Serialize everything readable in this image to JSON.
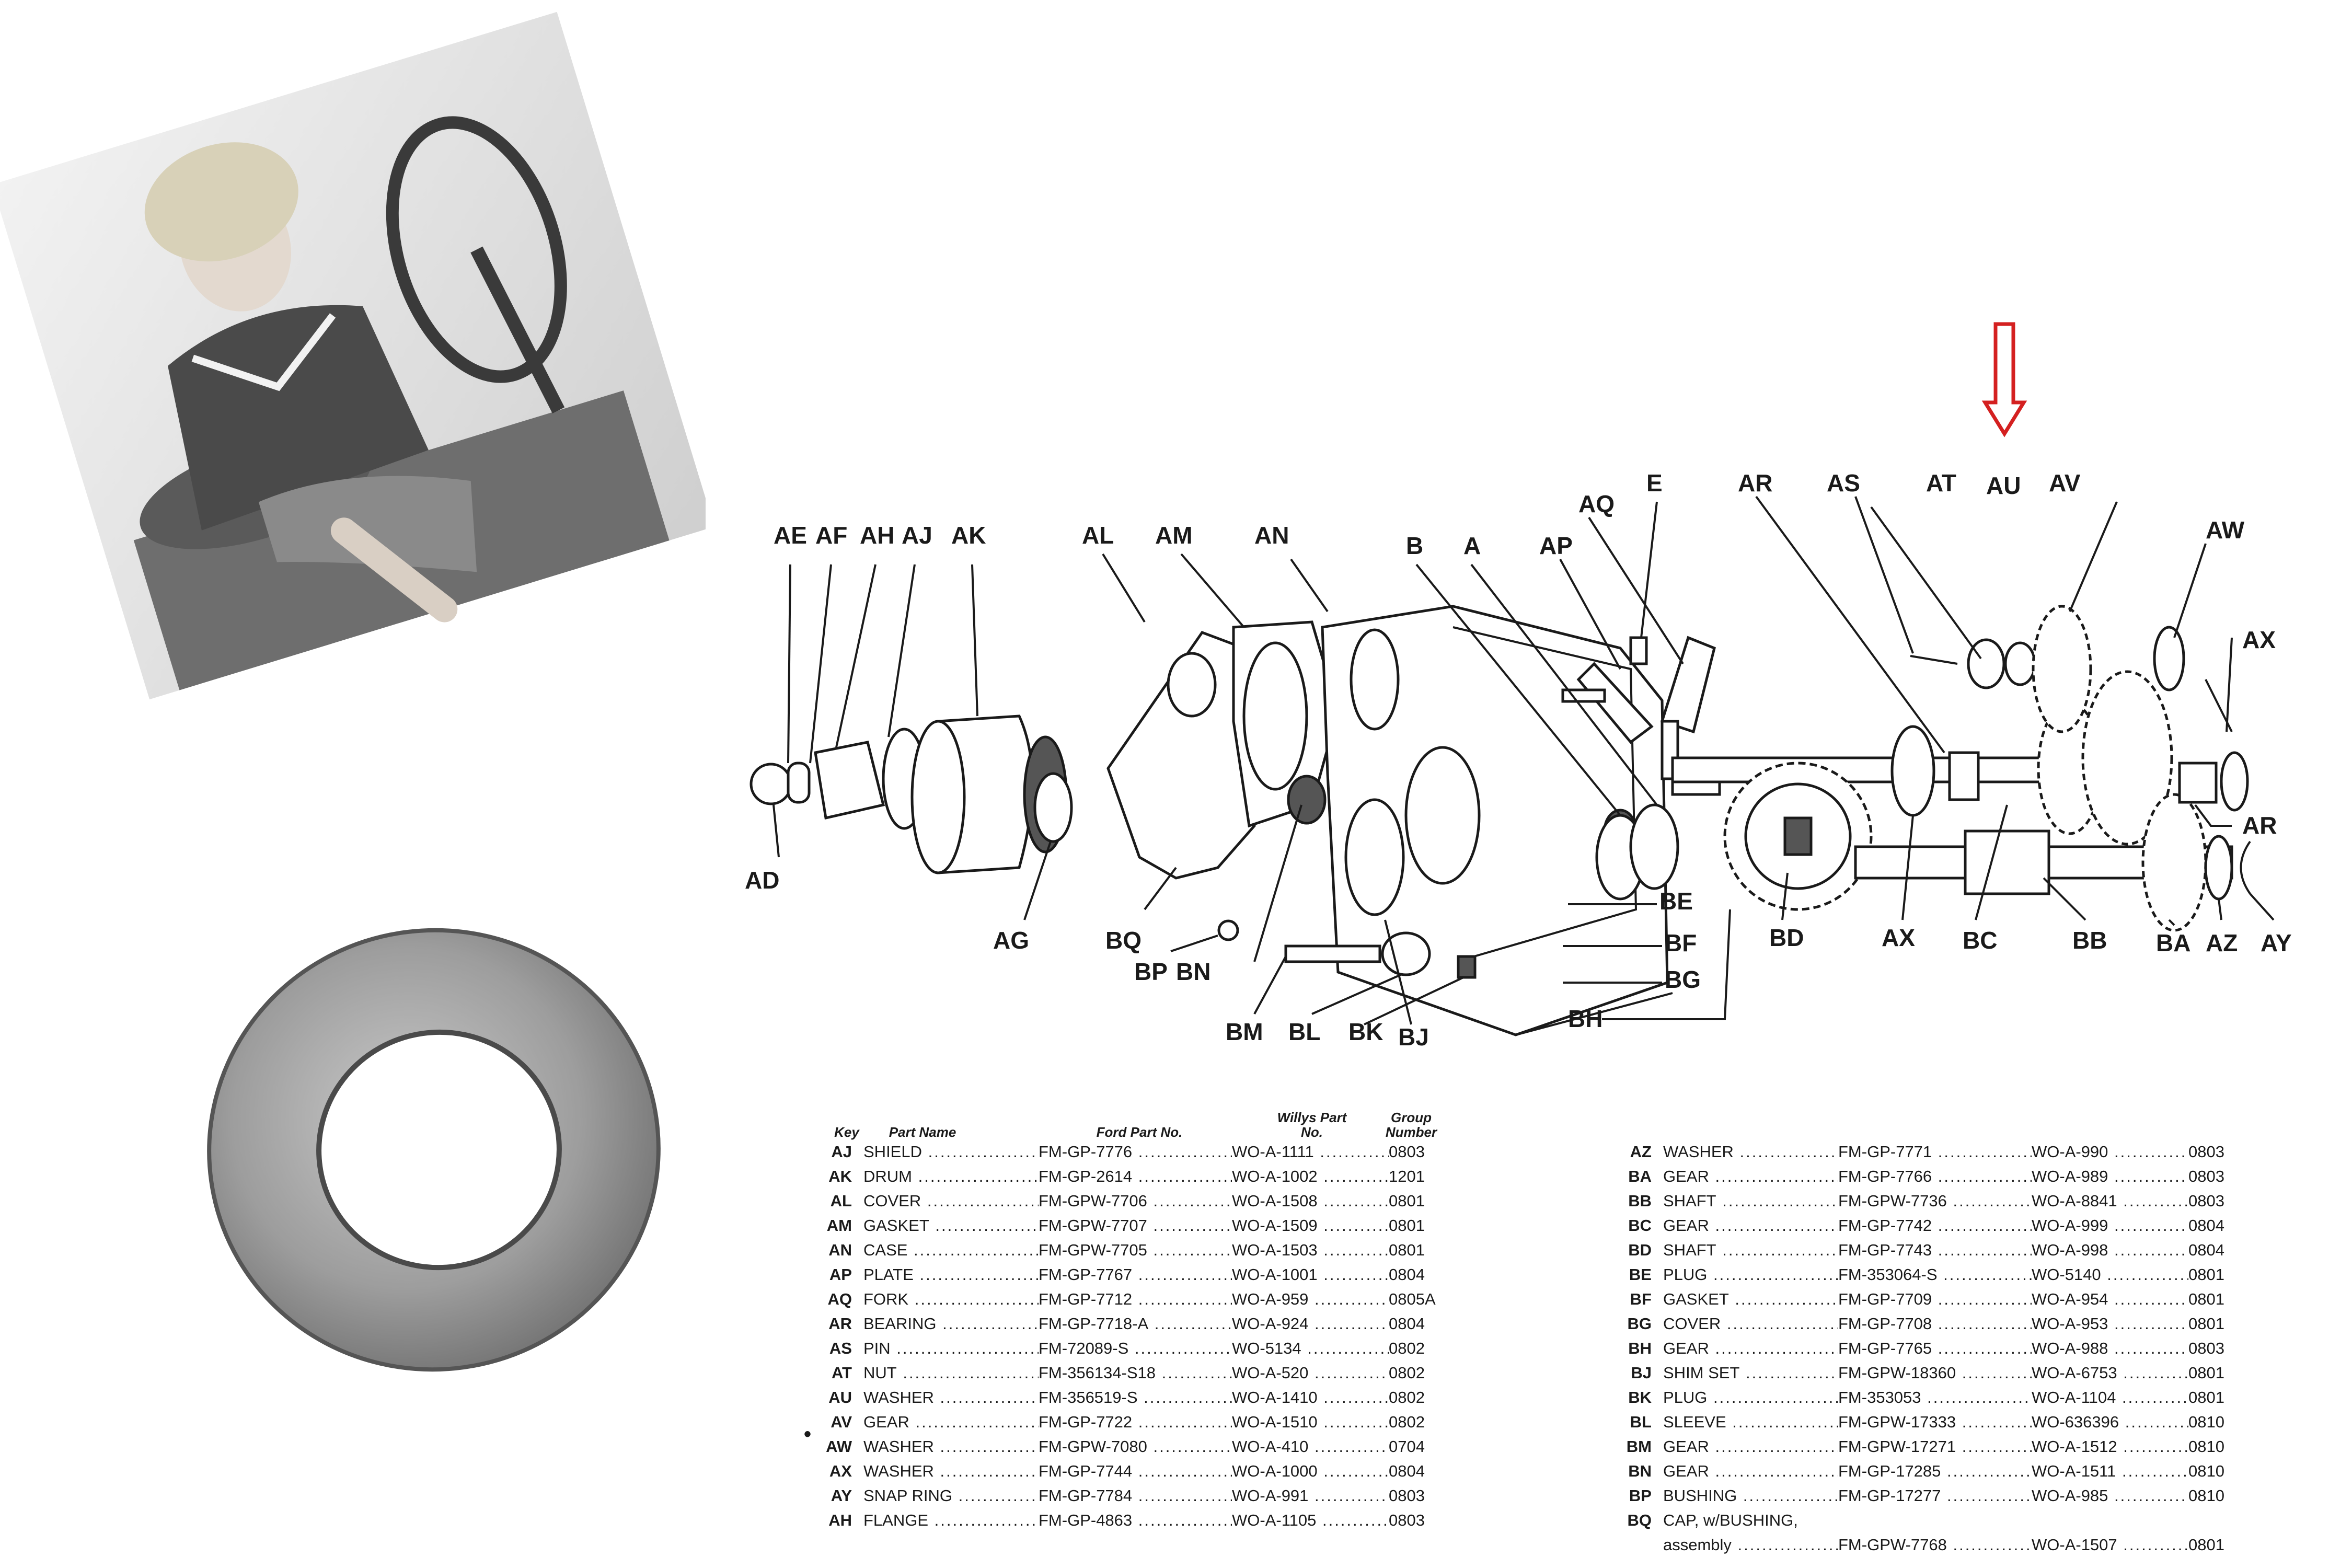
{
  "diagram": {
    "callouts": {
      "AE": "AE",
      "AF": "AF",
      "AH": "AH",
      "AJ": "AJ",
      "AK": "AK",
      "AL": "AL",
      "AM": "AM",
      "AN": "AN",
      "B": "B",
      "A": "A",
      "AQ": "AQ",
      "AP": "AP",
      "E": "E",
      "AR": "AR",
      "AS": "AS",
      "AT": "AT",
      "AU": "AU",
      "AV": "AV",
      "AW": "AW",
      "AX": "AX",
      "AR2": "AR",
      "AD": "AD",
      "AG": "AG",
      "BQ": "BQ",
      "BP": "BP",
      "BN": "BN",
      "BM": "BM",
      "BL": "BL",
      "BK": "BK",
      "BJ": "BJ",
      "BE": "BE",
      "BF": "BF",
      "BG": "BG",
      "BH": "BH",
      "BD": "BD",
      "AX2": "AX",
      "BC": "BC",
      "BB": "BB",
      "BA": "BA",
      "AZ": "AZ",
      "AY": "AY"
    },
    "highlight_color": "#d42020"
  },
  "table_left": {
    "headers": {
      "key": "Key",
      "part_name": "Part Name",
      "ford": "Ford Part No.",
      "willys": "Willys Part No.",
      "group": "Group Number"
    },
    "rows": [
      {
        "key": "AJ",
        "name": "SHIELD",
        "ford": "FM-GP-7776",
        "willys": "WO-A-1111",
        "group": "0803"
      },
      {
        "key": "AK",
        "name": "DRUM",
        "ford": "FM-GP-2614",
        "willys": "WO-A-1002",
        "group": "1201"
      },
      {
        "key": "AL",
        "name": "COVER",
        "ford": "FM-GPW-7706",
        "willys": "WO-A-1508",
        "group": "0801"
      },
      {
        "key": "AM",
        "name": "GASKET",
        "ford": "FM-GPW-7707",
        "willys": "WO-A-1509",
        "group": "0801"
      },
      {
        "key": "AN",
        "name": "CASE",
        "ford": "FM-GPW-7705",
        "willys": "WO-A-1503",
        "group": "0801"
      },
      {
        "key": "AP",
        "name": "PLATE",
        "ford": "FM-GP-7767",
        "willys": "WO-A-1001",
        "group": "0804"
      },
      {
        "key": "AQ",
        "name": "FORK",
        "ford": "FM-GP-7712",
        "willys": "WO-A-959",
        "group": "0805A"
      },
      {
        "key": "AR",
        "name": "BEARING",
        "ford": "FM-GP-7718-A",
        "willys": "WO-A-924",
        "group": "0804"
      },
      {
        "key": "AS",
        "name": "PIN",
        "ford": "FM-72089-S",
        "willys": "WO-5134",
        "group": "0802"
      },
      {
        "key": "AT",
        "name": "NUT",
        "ford": "FM-356134-S18",
        "willys": "WO-A-520",
        "group": "0802"
      },
      {
        "key": "AU",
        "name": "WASHER",
        "ford": "FM-356519-S",
        "willys": "WO-A-1410",
        "group": "0802"
      },
      {
        "key": "AV",
        "name": "GEAR",
        "ford": "FM-GP-7722",
        "willys": "WO-A-1510",
        "group": "0802"
      },
      {
        "key": "AW",
        "name": "WASHER",
        "ford": "FM-GPW-7080",
        "willys": "WO-A-410",
        "group": "0704"
      },
      {
        "key": "AX",
        "name": "WASHER",
        "ford": "FM-GP-7744",
        "willys": "WO-A-1000",
        "group": "0804"
      },
      {
        "key": "AY",
        "name": "SNAP RING",
        "ford": "FM-GP-7784",
        "willys": "WO-A-991",
        "group": "0803"
      },
      {
        "key": "AH",
        "name": "FLANGE",
        "ford": "FM-GP-4863",
        "willys": "WO-A-1105",
        "group": "0803"
      }
    ]
  },
  "table_right": {
    "rows": [
      {
        "key": "AZ",
        "name": "WASHER",
        "ford": "FM-GP-7771",
        "willys": "WO-A-990",
        "group": "0803"
      },
      {
        "key": "BA",
        "name": "GEAR",
        "ford": "FM-GP-7766",
        "willys": "WO-A-989",
        "group": "0803"
      },
      {
        "key": "BB",
        "name": "SHAFT",
        "ford": "FM-GPW-7736",
        "willys": "WO-A-8841",
        "group": "0803"
      },
      {
        "key": "BC",
        "name": "GEAR",
        "ford": "FM-GP-7742",
        "willys": "WO-A-999",
        "group": "0804"
      },
      {
        "key": "BD",
        "name": "SHAFT",
        "ford": "FM-GP-7743",
        "willys": "WO-A-998",
        "group": "0804"
      },
      {
        "key": "BE",
        "name": "PLUG",
        "ford": "FM-353064-S",
        "willys": "WO-5140",
        "group": "0801"
      },
      {
        "key": "BF",
        "name": "GASKET",
        "ford": "FM-GP-7709",
        "willys": "WO-A-954",
        "group": "0801"
      },
      {
        "key": "BG",
        "name": "COVER",
        "ford": "FM-GP-7708",
        "willys": "WO-A-953",
        "group": "0801"
      },
      {
        "key": "BH",
        "name": "GEAR",
        "ford": "FM-GP-7765",
        "willys": "WO-A-988",
        "group": "0803"
      },
      {
        "key": "BJ",
        "name": "SHIM SET",
        "ford": "FM-GPW-18360",
        "willys": "WO-A-6753",
        "group": "0801"
      },
      {
        "key": "BK",
        "name": "PLUG",
        "ford": "FM-353053",
        "willys": "WO-A-1104",
        "group": "0801"
      },
      {
        "key": "BL",
        "name": "SLEEVE",
        "ford": "FM-GPW-17333",
        "willys": "WO-636396",
        "group": "0810"
      },
      {
        "key": "BM",
        "name": "GEAR",
        "ford": "FM-GPW-17271",
        "willys": "WO-A-1512",
        "group": "0810"
      },
      {
        "key": "BN",
        "name": "GEAR",
        "ford": "FM-GP-17285",
        "willys": "WO-A-1511",
        "group": "0810"
      },
      {
        "key": "BP",
        "name": "BUSHING",
        "ford": "FM-GP-17277",
        "willys": "WO-A-985",
        "group": "0810"
      },
      {
        "key": "BQ",
        "name": "CAP, w/BUSHING,",
        "ford": "",
        "willys": "",
        "group": ""
      },
      {
        "key": "",
        "name": "assembly",
        "ford": "FM-GPW-7768",
        "willys": "WO-A-1507",
        "group": "0801"
      }
    ]
  }
}
